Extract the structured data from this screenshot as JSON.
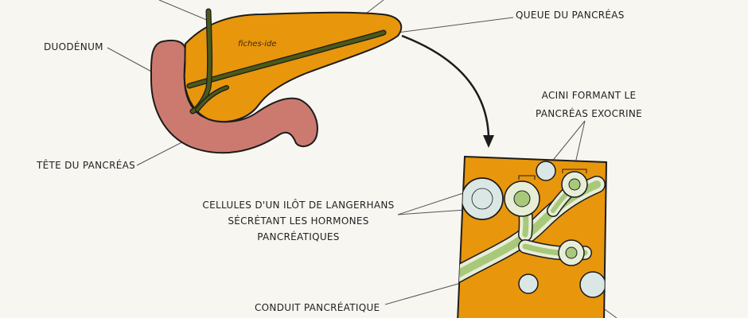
{
  "watermark": "fiches-ide",
  "labels": {
    "duodenum": "DUODÉNUM",
    "tail": "QUEUE DU PANCRÉAS",
    "head": "TÊTE DU PANCRÉAS",
    "acini_line1": "ACINI FORMANT LE",
    "acini_line2": "PANCRÉAS EXOCRINE",
    "islet_line1": "CELLULES D'UN ILÔT DE LANGERHANS",
    "islet_line2": "SÉCRÉTANT LES HORMONES",
    "islet_line3": "PANCRÉATIQUES",
    "duct": "CONDUIT PANCRÉATIQUE"
  },
  "colors": {
    "pancreas": "#e8960c",
    "duodenum": "#cc7a6f",
    "duct": "#4a5a1a",
    "tissue": "#a9c97a",
    "islet": "#dbe7e4",
    "outline": "#1c1c1c"
  }
}
